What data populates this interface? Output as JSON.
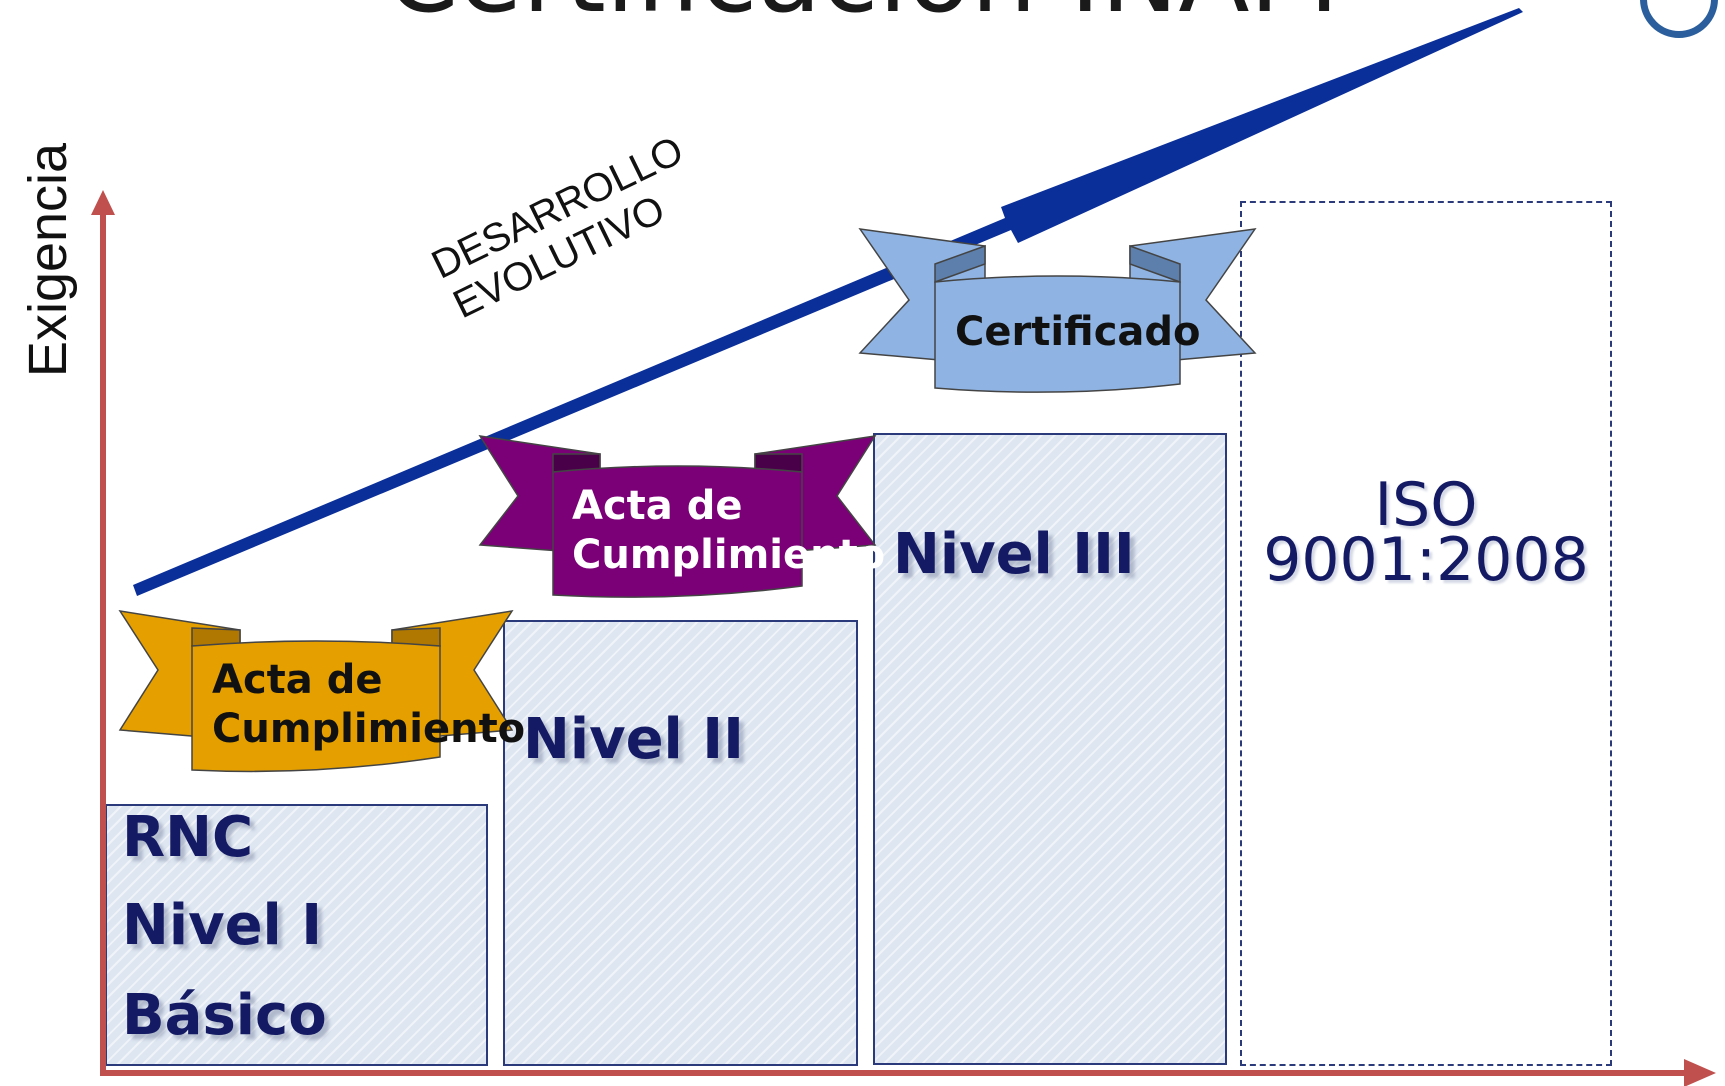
{
  "title": "Certificación INAM",
  "y_axis_label": "Exigencia",
  "trend_label": {
    "line1": "DESARROLLO",
    "line2": "EVOLUTIVO"
  },
  "levels": [
    {
      "lines": [
        "RNC",
        "Nivel I",
        "Básico"
      ]
    },
    {
      "lines": [
        "Nivel II"
      ]
    },
    {
      "lines": [
        "Nivel III"
      ]
    }
  ],
  "iso": {
    "line1": "ISO",
    "line2": "9001:2008"
  },
  "ribbons": [
    {
      "line1": "Acta de",
      "line2": "Cumplimiento",
      "color": "#e5a000"
    },
    {
      "line1": "Acta de",
      "line2": "Cumplimiento",
      "color": "#7b0077"
    },
    {
      "line1": "",
      "line2": "Certificado",
      "color": "#8fb4e3"
    }
  ],
  "colors": {
    "axis": "#c0504d",
    "trend_arrow": "#0a2f99",
    "box_border": "#2b3a7a",
    "box_text": "#141a63"
  }
}
